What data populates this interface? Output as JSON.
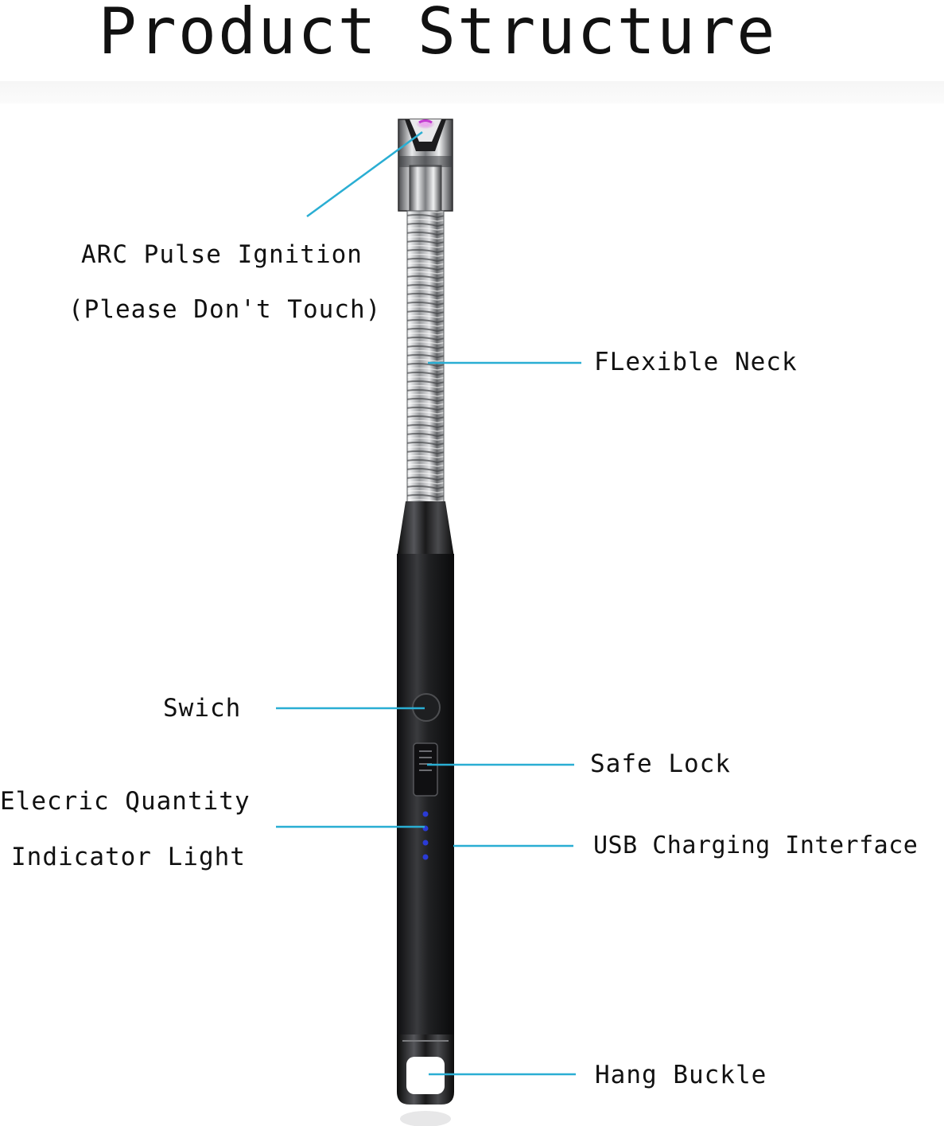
{
  "title": "Product Structure",
  "labels": {
    "arc_line1": "ARC Pulse Ignition",
    "arc_line2": "(Please Don't Touch)",
    "flexible_neck": "FLexible Neck",
    "switch": "Swich",
    "safe_lock": "Safe Lock",
    "indicator_line1": "Elecric Quantity",
    "indicator_line2": "Indicator Light",
    "usb": "USB Charging Interface",
    "hang_buckle": "Hang Buckle"
  },
  "colors": {
    "leader_line": "#2aaed3",
    "body": "#1c1c1e",
    "metal": "#c7c9cc",
    "arc_glow": "#d04bd8",
    "indicator_led": "#2a3bd6"
  },
  "icons": {
    "indicator_leds": 4
  }
}
